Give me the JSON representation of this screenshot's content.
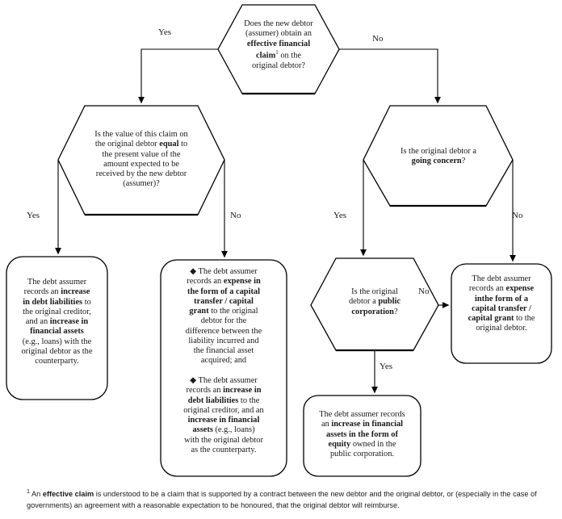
{
  "diagram": {
    "title": "Debt assumption decision tree",
    "type": "flowchart",
    "nodes": {
      "q_effective_claim": {
        "shape": "hexagon",
        "text_runs": [
          {
            "t": "Does the new debtor",
            "b": false
          },
          {
            "t": "(assumer) obtain an",
            "b": false
          },
          {
            "t": "effective financial",
            "b": true
          },
          {
            "t": "claim",
            "b": true,
            "sup": "1",
            "tail": " on the"
          },
          {
            "t": "original debtor?",
            "b": false
          }
        ]
      },
      "q_value_equal": {
        "shape": "hexagon",
        "text_runs": [
          {
            "t": "Is the value of this claim on",
            "b": false
          },
          {
            "t": "the original debtor ",
            "b": false,
            "bold_tail": "equal",
            "tail2": " to"
          },
          {
            "t": "the present value of the",
            "b": false
          },
          {
            "t": "amount expected to be",
            "b": false
          },
          {
            "t": "received by the new debtor",
            "b": false
          },
          {
            "t": "(assumer)?",
            "b": false
          }
        ]
      },
      "q_going_concern": {
        "shape": "hexagon",
        "text_runs": [
          {
            "t": "Is the original debtor a",
            "b": false
          },
          {
            "t": "going concern",
            "b": true,
            "tail": "?"
          }
        ]
      },
      "q_public_corp": {
        "shape": "hexagon",
        "text_runs": [
          {
            "t": "Is the original",
            "b": false
          },
          {
            "t": "debtor a ",
            "b": false,
            "bold_tail": "public"
          },
          {
            "t": "corporation",
            "b": true,
            "tail": "?"
          }
        ]
      },
      "out_increase_liab": {
        "shape": "rounded-rect",
        "text_runs": [
          {
            "t": "The debt assumer",
            "b": false
          },
          {
            "t": "records an ",
            "b": false,
            "bold_tail": "increase"
          },
          {
            "t": "in debt liabilities",
            "b": true,
            "tail": " to"
          },
          {
            "t": "the original creditor,",
            "b": false
          },
          {
            "t": "and an ",
            "b": false,
            "bold_tail": "increase in"
          },
          {
            "t": "financial assets",
            "b": true
          },
          {
            "t": "(e.g., loans) with the",
            "b": false
          },
          {
            "t": "original debtor as the",
            "b": false
          },
          {
            "t": "counterparty.",
            "b": false
          }
        ]
      },
      "out_two_bullets": {
        "shape": "rounded-rect",
        "bullet1_runs": [
          {
            "t": "◆ The debt assumer",
            "b": false
          },
          {
            "t": "records an ",
            "b": false,
            "bold_tail": "expense in"
          },
          {
            "t": "the form of a capital",
            "b": true
          },
          {
            "t": "transfer / capital",
            "b": true
          },
          {
            "t": "grant",
            "b": true,
            "tail": " to the original"
          },
          {
            "t": "debtor for the",
            "b": false
          },
          {
            "t": "difference between the",
            "b": false
          },
          {
            "t": "liability incurred and",
            "b": false
          },
          {
            "t": "the financial asset",
            "b": false
          },
          {
            "t": "acquired; and",
            "b": false
          }
        ],
        "bullet2_runs": [
          {
            "t": "◆ The debt assumer",
            "b": false
          },
          {
            "t": "records an ",
            "b": false,
            "bold_tail": "increase in"
          },
          {
            "t": "debt liabilities",
            "b": true,
            "tail": " to the"
          },
          {
            "t": "original creditor, and an",
            "b": false
          },
          {
            "t": "increase in financial",
            "b": true
          },
          {
            "t": "assets",
            "b": true,
            "tail": " (e.g., loans)"
          },
          {
            "t": "with the original debtor",
            "b": false
          },
          {
            "t": "as the counterparty.",
            "b": false
          }
        ]
      },
      "out_expense_capital": {
        "shape": "rounded-rect",
        "text_runs": [
          {
            "t": "The debt assumer",
            "b": false
          },
          {
            "t": "records an ",
            "b": false,
            "bold_tail": "expense"
          },
          {
            "t": "inthe form of a",
            "b": true
          },
          {
            "t": "capital transfer /",
            "b": true
          },
          {
            "t": "capital grant",
            "b": true,
            "tail": " to the"
          },
          {
            "t": "original debtor.",
            "b": false
          }
        ]
      },
      "out_equity": {
        "shape": "rounded-rect",
        "text_runs": [
          {
            "t": "The debt assumer records",
            "b": false
          },
          {
            "t": "an ",
            "b": false,
            "bold_tail": "increase in financial"
          },
          {
            "t": "assets in the form of",
            "b": true
          },
          {
            "t": "equity",
            "b": true,
            "tail": " owned in the"
          },
          {
            "t": "public corporation.",
            "b": false
          }
        ]
      }
    },
    "branch_labels": {
      "top_yes": "Yes",
      "top_no": "No",
      "left_yes": "Yes",
      "left_no": "No",
      "right_yes": "Yes",
      "right_no": "No",
      "pubcorp_no": "No",
      "pubcorp_yes": "Yes"
    },
    "footnote": {
      "marker": "1",
      "lead": " An ",
      "bold": "effective claim",
      "rest": " is understood to be a claim that is supported by a contract between the new debtor and the original debtor, or (especially in the case of governments) an agreement with a reasonable expectation to be honoured, that the original debtor will reimburse."
    },
    "colors": {
      "stroke": "#000000",
      "fill": "#ffffff",
      "text": "#1a1a1a"
    }
  }
}
